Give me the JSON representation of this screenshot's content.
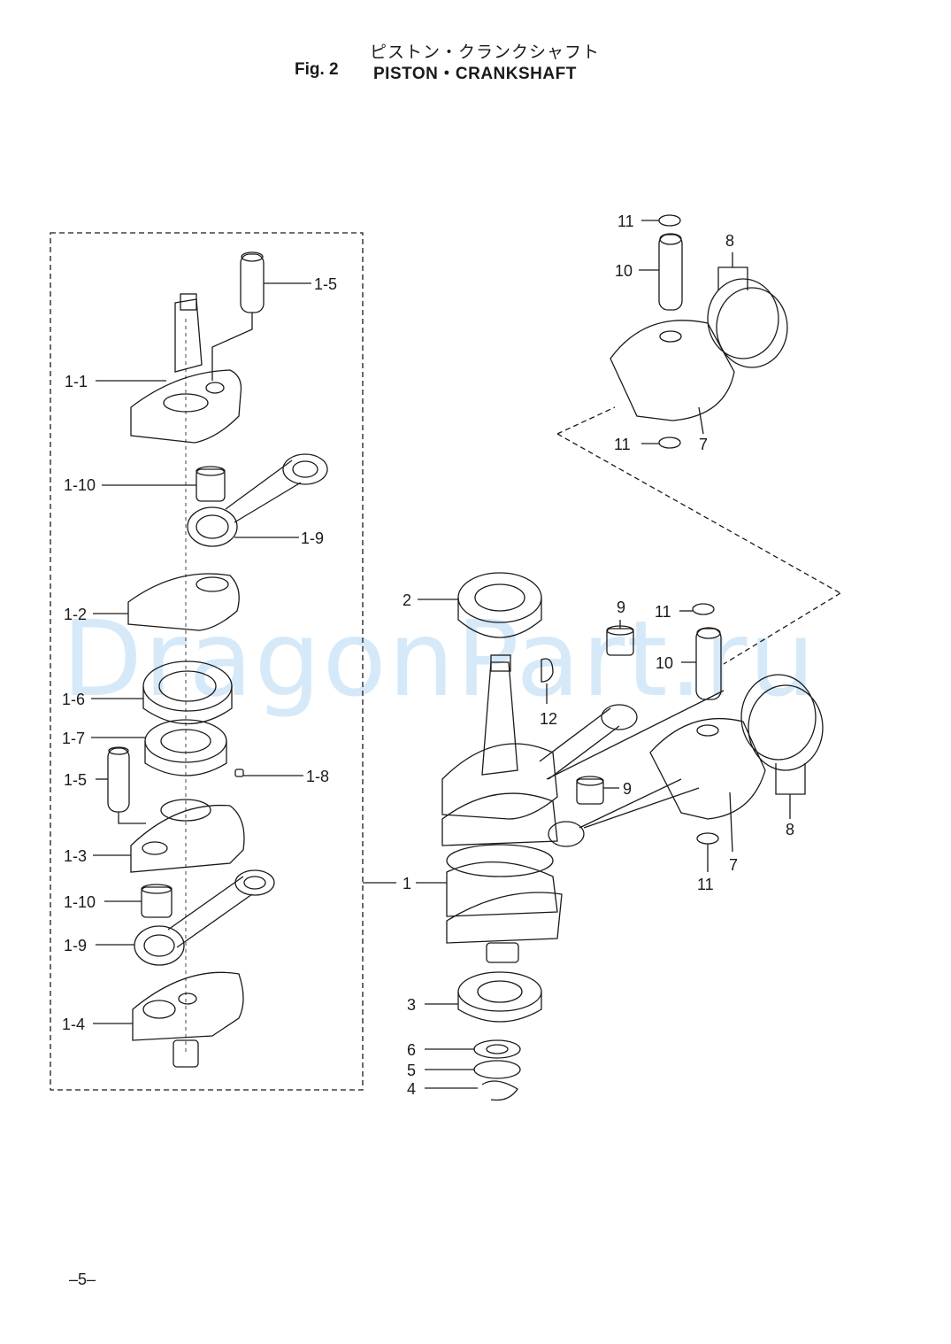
{
  "header": {
    "title_jp": "ピストン・クランクシャフト",
    "fig_no": "Fig. 2",
    "title_en": "PISTON・CRANKSHAFT"
  },
  "watermark": "DragonPart.ru",
  "footer": {
    "page": "–5–"
  },
  "labels": {
    "l_1_5_top": "1-5",
    "l_1_1": "1-1",
    "l_1_10_top": "1-10",
    "l_1_9_top": "1-9",
    "l_1_2": "1-2",
    "l_1_6": "1-6",
    "l_1_7": "1-7",
    "l_1_5_mid": "1-5",
    "l_1_8": "1-8",
    "l_1_3": "1-3",
    "l_1_10_bot": "1-10",
    "l_1_9_bot": "1-9",
    "l_1_4": "1-4",
    "l_1": "1",
    "l_2": "2",
    "l_3": "3",
    "l_4": "4",
    "l_5": "5",
    "l_6": "6",
    "l_9_top": "9",
    "l_9_bot": "9",
    "l_11_r1": "11",
    "l_11_r2": "11",
    "l_10_r": "10",
    "l_12": "12",
    "l_7_r": "7",
    "l_8_r": "8",
    "l_11_t1": "11",
    "l_10_t": "10",
    "l_8_t": "8",
    "l_11_t2": "11",
    "l_7_t": "7"
  }
}
